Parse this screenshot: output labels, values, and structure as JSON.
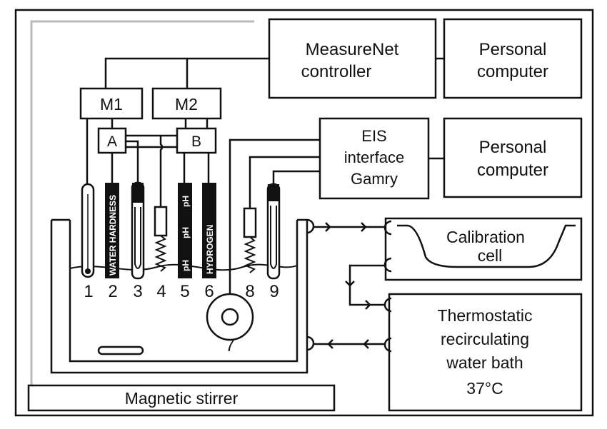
{
  "boxes": {
    "measurenet": {
      "line1": "MeasureNet",
      "line2": "controller"
    },
    "pc_top": {
      "line1": "Personal",
      "line2": "computer"
    },
    "eis": {
      "line1": "EIS",
      "line2": "interface",
      "line3": "Gamry"
    },
    "pc_mid": {
      "line1": "Personal",
      "line2": "computer"
    },
    "m1": "M1",
    "m2": "M2",
    "a": "A",
    "b": "B",
    "calibration": {
      "line1": "Calibration",
      "line2": "cell"
    },
    "thermostat": {
      "line1": "Thermostatic",
      "line2": "recirculating",
      "line3": "water bath",
      "line4": "37°C"
    },
    "stirrer": "Magnetic stirrer"
  },
  "probe_labels": {
    "water_hardness": "WATER HARDNESS",
    "ph_5": "pH",
    "ph_5b": "pH",
    "ph_5c": "pH",
    "hydrogen": "HYDROGEN"
  },
  "probe_numbers": [
    "1",
    "2",
    "3",
    "4",
    "5",
    "6",
    "7",
    "8",
    "9"
  ]
}
